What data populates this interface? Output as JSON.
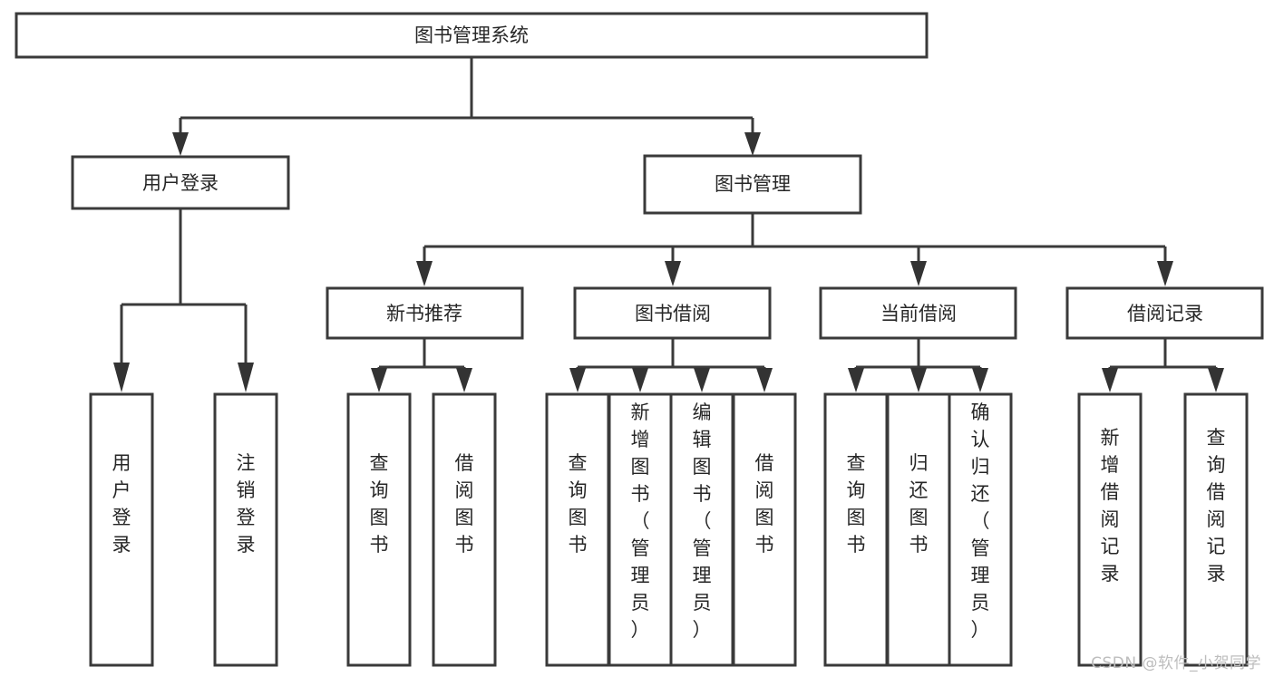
{
  "diagram": {
    "type": "tree",
    "orientation": "top-down",
    "root": {
      "id": "root",
      "label": "图书管理系统"
    },
    "level1": [
      {
        "id": "user-login",
        "label": "用户登录"
      },
      {
        "id": "book-management",
        "label": "图书管理"
      }
    ],
    "level2": [
      {
        "id": "new-book-recommend",
        "label": "新书推荐",
        "parent": "book-management"
      },
      {
        "id": "book-borrow",
        "label": "图书借阅",
        "parent": "book-management"
      },
      {
        "id": "current-borrow",
        "label": "当前借阅",
        "parent": "book-management"
      },
      {
        "id": "borrow-record",
        "label": "借阅记录",
        "parent": "book-management"
      }
    ],
    "leaves": {
      "user-login": [
        {
          "id": "leaf-user-login",
          "label": "用户登录"
        },
        {
          "id": "leaf-user-logout",
          "label": "注销登录"
        }
      ],
      "new-book-recommend": [
        {
          "id": "leaf-query-book-1",
          "label": "查询图书"
        },
        {
          "id": "leaf-borrow-book-1",
          "label": "借阅图书"
        }
      ],
      "book-borrow": [
        {
          "id": "leaf-query-book-2",
          "label": "查询图书"
        },
        {
          "id": "leaf-add-book",
          "label": "新增图书（管理员）"
        },
        {
          "id": "leaf-edit-book",
          "label": "编辑图书（管理员）"
        },
        {
          "id": "leaf-borrow-book-2",
          "label": "借阅图书"
        }
      ],
      "current-borrow": [
        {
          "id": "leaf-query-book-3",
          "label": "查询图书"
        },
        {
          "id": "leaf-return-book",
          "label": "归还图书"
        },
        {
          "id": "leaf-confirm-return",
          "label": "确认归还（管理员）"
        }
      ],
      "borrow-record": [
        {
          "id": "leaf-add-record",
          "label": "新增借阅记录"
        },
        {
          "id": "leaf-query-record",
          "label": "查询借阅记录"
        }
      ]
    }
  },
  "watermark": {
    "text": "CSDN @软件_小贺同学"
  },
  "colors": {
    "box_stroke": "#3a3a3a",
    "connector": "#3a3a3a",
    "text": "#262626",
    "background": "#ffffff",
    "watermark": "#bdbdbd"
  }
}
